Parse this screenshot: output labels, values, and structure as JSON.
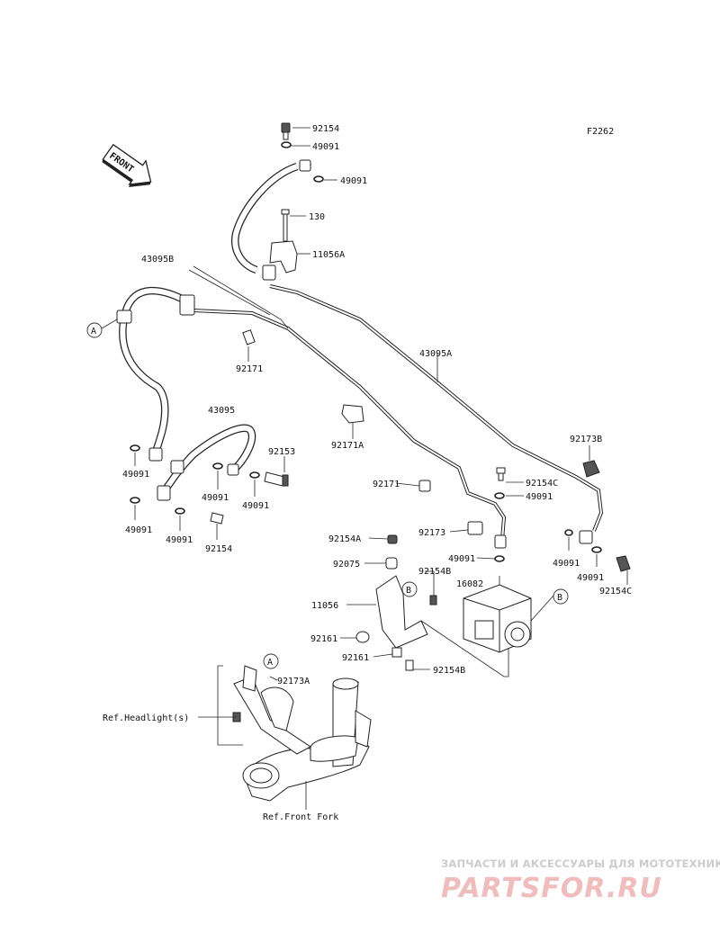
{
  "diagram": {
    "figure_code": "F2262",
    "front_arrow_label": "FRONT",
    "parts": {
      "p92154_top": "92154",
      "p49091_top1": "49091",
      "p49091_top2": "49091",
      "p130": "130",
      "p11056A": "11056A",
      "p43095B": "43095B",
      "p43095A": "43095A",
      "p92171_a": "92171",
      "p92171A": "92171A",
      "p43095": "43095",
      "p92153": "92153",
      "p49091_l1": "49091",
      "p49091_l2": "49091",
      "p49091_l3": "49091",
      "p49091_l4": "49091",
      "p49091_l5": "49091",
      "p92154_l": "92154",
      "p92173B": "92173B",
      "p92154C_a": "92154C",
      "p49091_r1": "49091",
      "p92171_b": "92171",
      "p92173": "92173",
      "p49091_m": "49091",
      "p92154A": "92154A",
      "p92075": "92075",
      "p92154B_a": "92154B",
      "p16082": "16082",
      "p11056": "11056",
      "p92161_a": "92161",
      "p92161_b": "92161",
      "p92154B_b": "92154B",
      "p49091_r2": "49091",
      "p49091_r3": "49091",
      "p92154C_b": "92154C",
      "p92173A": "92173A"
    },
    "refs": {
      "headlight": "Ref.Headlight(s)",
      "front_fork": "Ref.Front Fork"
    },
    "callouts": {
      "a1": "A",
      "a2": "A",
      "b1": "B",
      "b2": "B"
    }
  },
  "watermark": {
    "tagline": "ЗАПЧАСТИ И АКСЕССУАРЫ ДЛЯ МОТОТЕХНИКИ",
    "logo": "PARTSFOR.RU"
  }
}
